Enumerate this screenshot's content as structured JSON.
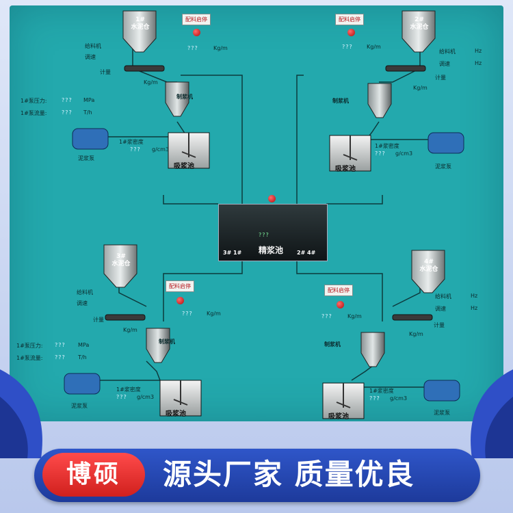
{
  "hmi": {
    "btn_feed_startstop": "配料启停",
    "tanks": {
      "t1": "1#\n水泥仓",
      "t2": "2#\n水泥仓",
      "t3": "3#\n水泥仓",
      "t4": "4#\n水泥仓"
    },
    "labels": {
      "feeder": "给料机",
      "regulate": "调速",
      "meter": "计量",
      "mixer": "制浆机",
      "suction_pool": "吸浆池",
      "grout_pump": "泥浆泵",
      "pump_pressure": "1#泵压力:",
      "pump_flow": "1#泵流量:",
      "slurry_density": "1#浆密度",
      "refined_pool": "精浆池",
      "pump_13": "3# 1#",
      "pump_24": "2# 4#",
      "unit_kgm": "Kg/m",
      "unit_mpa": "MPa",
      "unit_th": "T/h",
      "unit_gcm3": "g/cm3",
      "unit_hz": "Hz",
      "unknown": "???"
    }
  },
  "banner": {
    "brand": "博硕",
    "slogan": "源头厂家 质量优良"
  }
}
